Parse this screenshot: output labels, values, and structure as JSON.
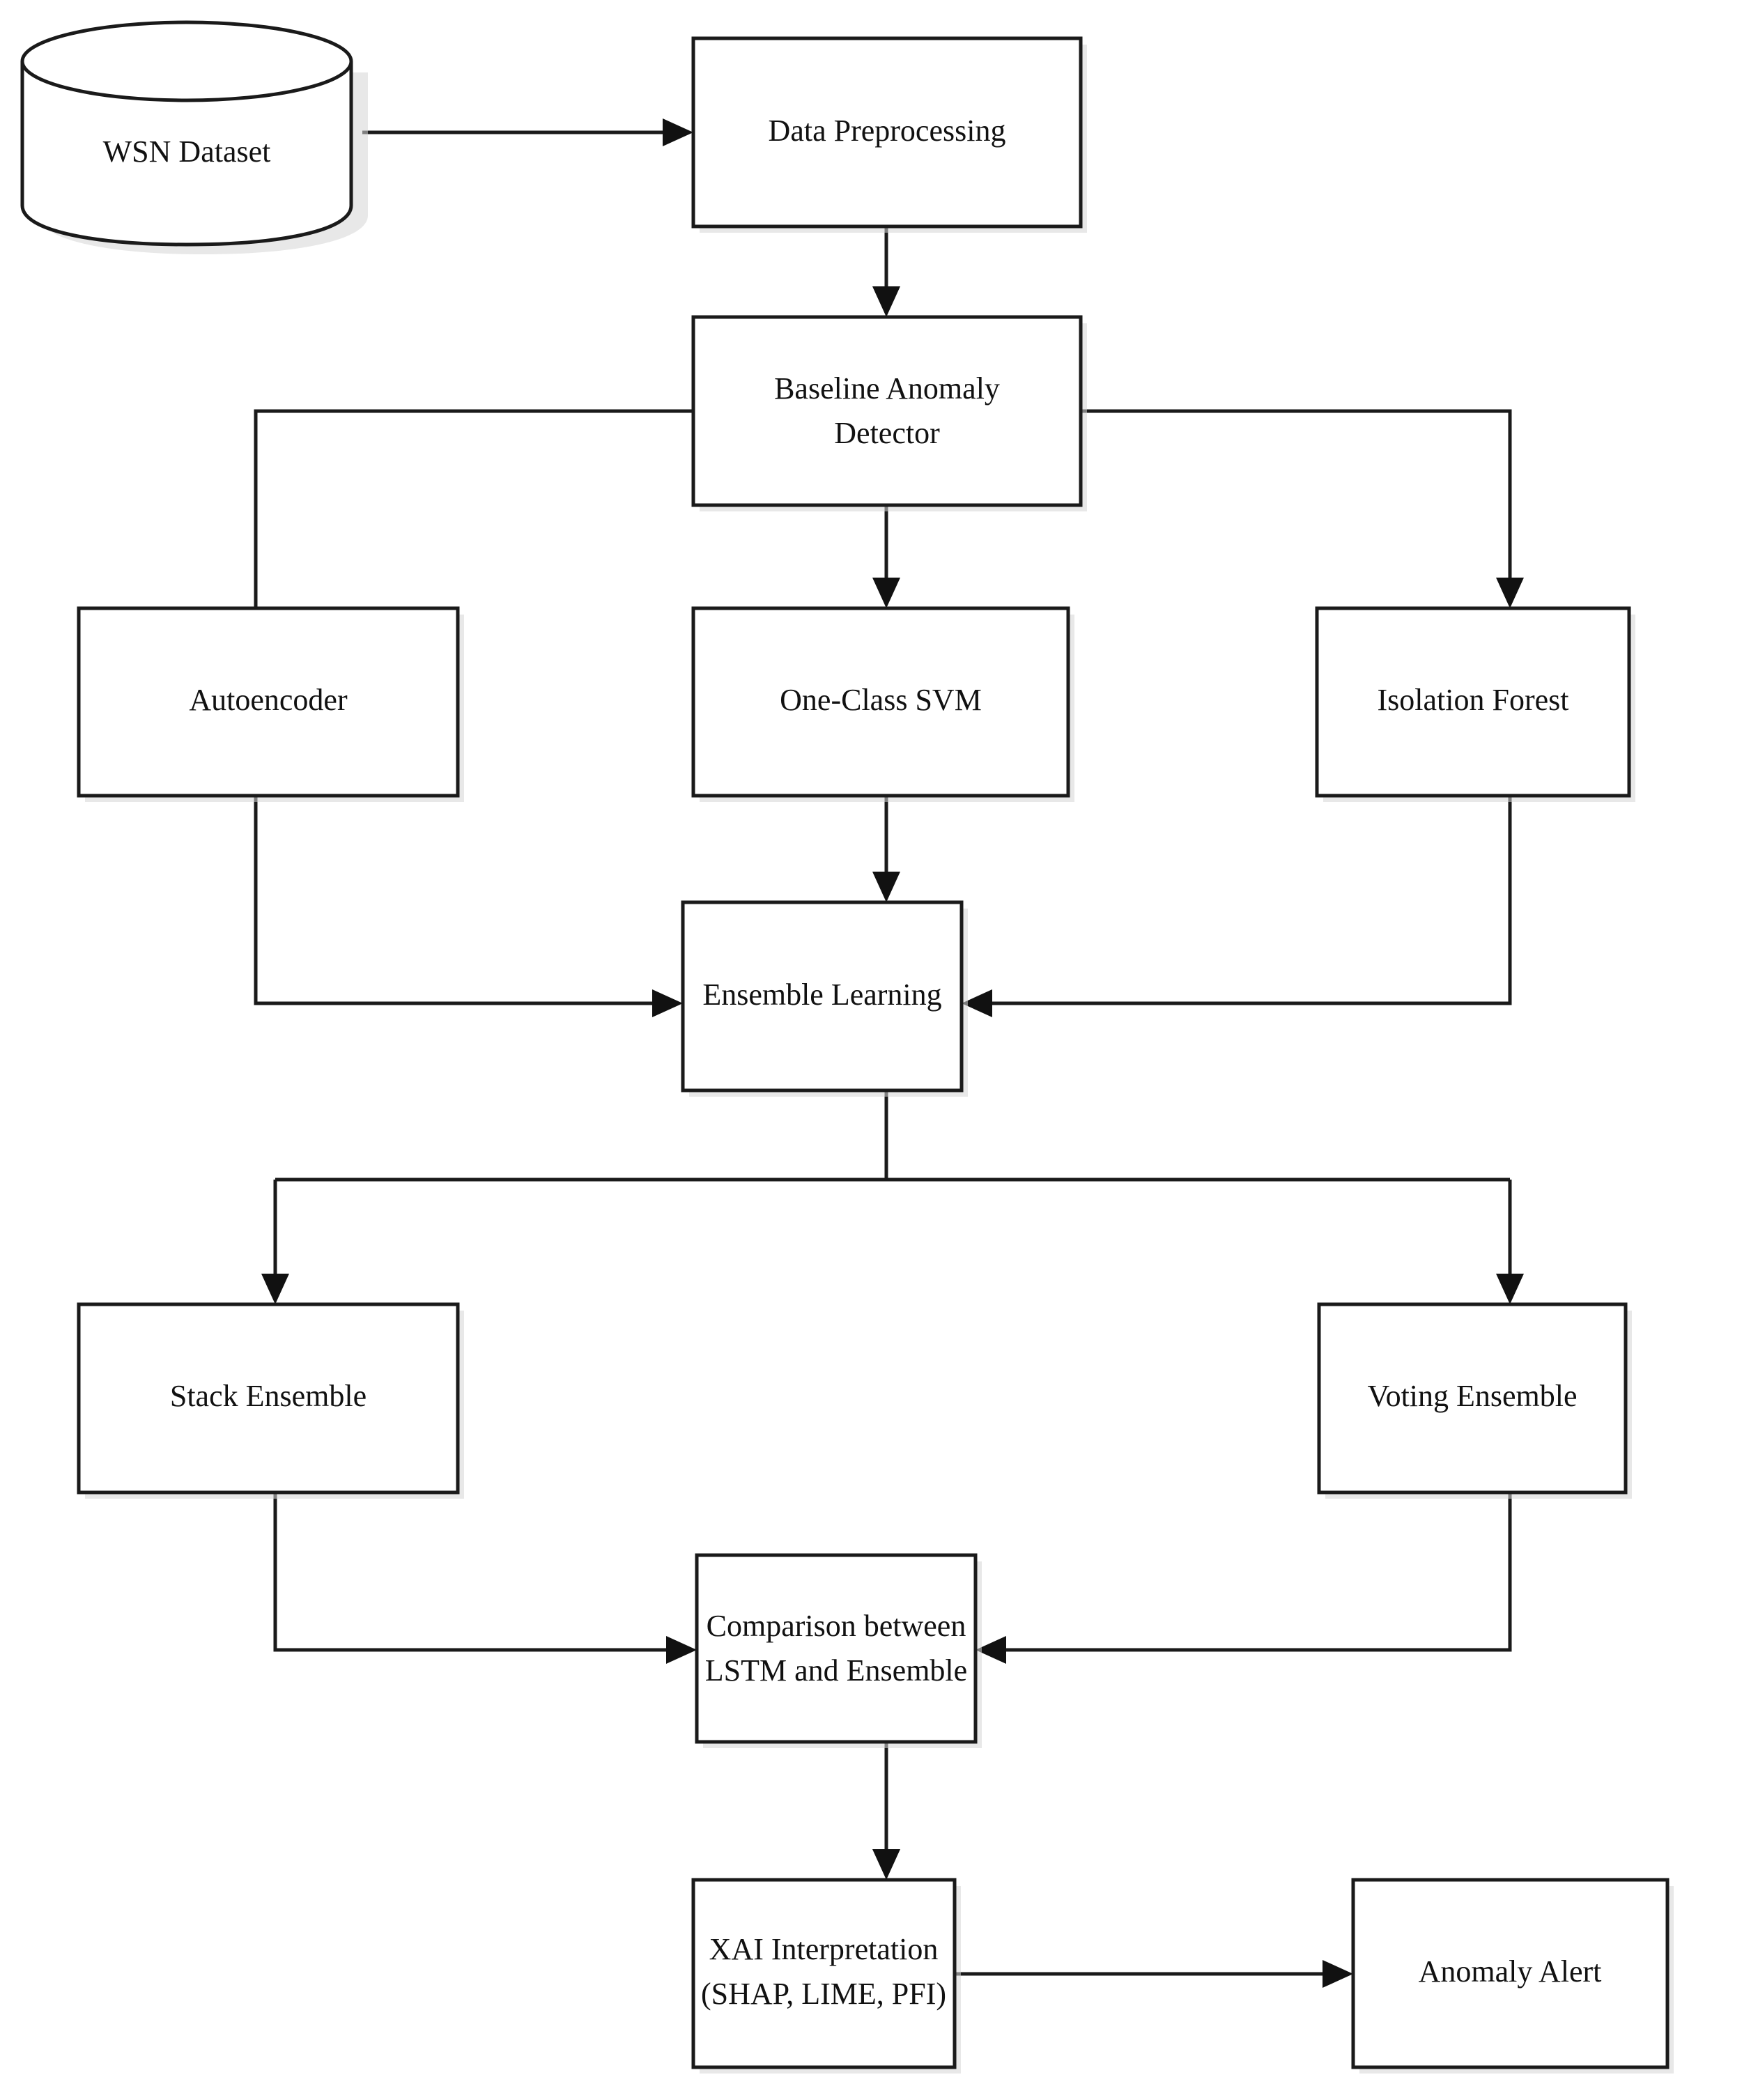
{
  "diagram": {
    "title": "WSN Anomaly Detection Pipeline Flowchart",
    "type": "flowchart",
    "background_color": "#ffffff",
    "line_color": "#1a1a1a",
    "text_color": "#111111",
    "nodes": [
      {
        "id": "wsn-dataset",
        "shape": "cylinder",
        "label": "WSN Dataset",
        "lines": [
          "WSN Dataset"
        ]
      },
      {
        "id": "data-preprocessing",
        "shape": "rectangle",
        "label": "Data Preprocessing",
        "lines": [
          "Data Preprocessing"
        ]
      },
      {
        "id": "baseline-anomaly-detector",
        "shape": "rectangle",
        "label": "Baseline Anomaly Detector",
        "lines": [
          "Baseline Anomaly",
          "Detector"
        ]
      },
      {
        "id": "autoencoder",
        "shape": "rectangle",
        "label": "Autoencoder",
        "lines": [
          "Autoencoder"
        ]
      },
      {
        "id": "one-class-svm",
        "shape": "rectangle",
        "label": "One-Class SVM",
        "lines": [
          "One-Class SVM"
        ]
      },
      {
        "id": "isolation-forest",
        "shape": "rectangle",
        "label": "Isolation Forest",
        "lines": [
          "Isolation Forest"
        ]
      },
      {
        "id": "ensemble-learning",
        "shape": "rectangle",
        "label": "Ensemble Learning",
        "lines": [
          "Ensemble Learning"
        ]
      },
      {
        "id": "stack-ensemble",
        "shape": "rectangle",
        "label": "Stack Ensemble",
        "lines": [
          "Stack Ensemble"
        ]
      },
      {
        "id": "voting-ensemble",
        "shape": "rectangle",
        "label": "Voting Ensemble",
        "lines": [
          "Voting Ensemble"
        ]
      },
      {
        "id": "comparison-lstm-ensemble",
        "shape": "rectangle",
        "label": "Comparison between LSTM and Ensemble",
        "lines": [
          "Comparison between",
          "LSTM and Ensemble"
        ]
      },
      {
        "id": "xai-interpretation",
        "shape": "rectangle",
        "label": "XAI Interpretation (SHAP, LIME, PFI)",
        "lines": [
          "XAI Interpretation",
          "(SHAP, LIME, PFI)"
        ]
      },
      {
        "id": "anomaly-alert",
        "shape": "rectangle",
        "label": "Anomaly Alert",
        "lines": [
          "Anomaly Alert"
        ]
      }
    ],
    "edges": [
      {
        "from": "wsn-dataset",
        "to": "data-preprocessing",
        "arrow": true
      },
      {
        "from": "data-preprocessing",
        "to": "baseline-anomaly-detector",
        "arrow": true
      },
      {
        "from": "baseline-anomaly-detector",
        "to": "autoencoder",
        "arrow": false
      },
      {
        "from": "baseline-anomaly-detector",
        "to": "one-class-svm",
        "arrow": true
      },
      {
        "from": "baseline-anomaly-detector",
        "to": "isolation-forest",
        "arrow": true
      },
      {
        "from": "autoencoder",
        "to": "ensemble-learning",
        "arrow": true
      },
      {
        "from": "one-class-svm",
        "to": "ensemble-learning",
        "arrow": true
      },
      {
        "from": "isolation-forest",
        "to": "ensemble-learning",
        "arrow": true
      },
      {
        "from": "ensemble-learning",
        "to": "stack-ensemble",
        "arrow": true
      },
      {
        "from": "ensemble-learning",
        "to": "voting-ensemble",
        "arrow": true
      },
      {
        "from": "stack-ensemble",
        "to": "comparison-lstm-ensemble",
        "arrow": true
      },
      {
        "from": "voting-ensemble",
        "to": "comparison-lstm-ensemble",
        "arrow": true
      },
      {
        "from": "comparison-lstm-ensemble",
        "to": "xai-interpretation",
        "arrow": true
      },
      {
        "from": "xai-interpretation",
        "to": "anomaly-alert",
        "arrow": true
      }
    ]
  }
}
